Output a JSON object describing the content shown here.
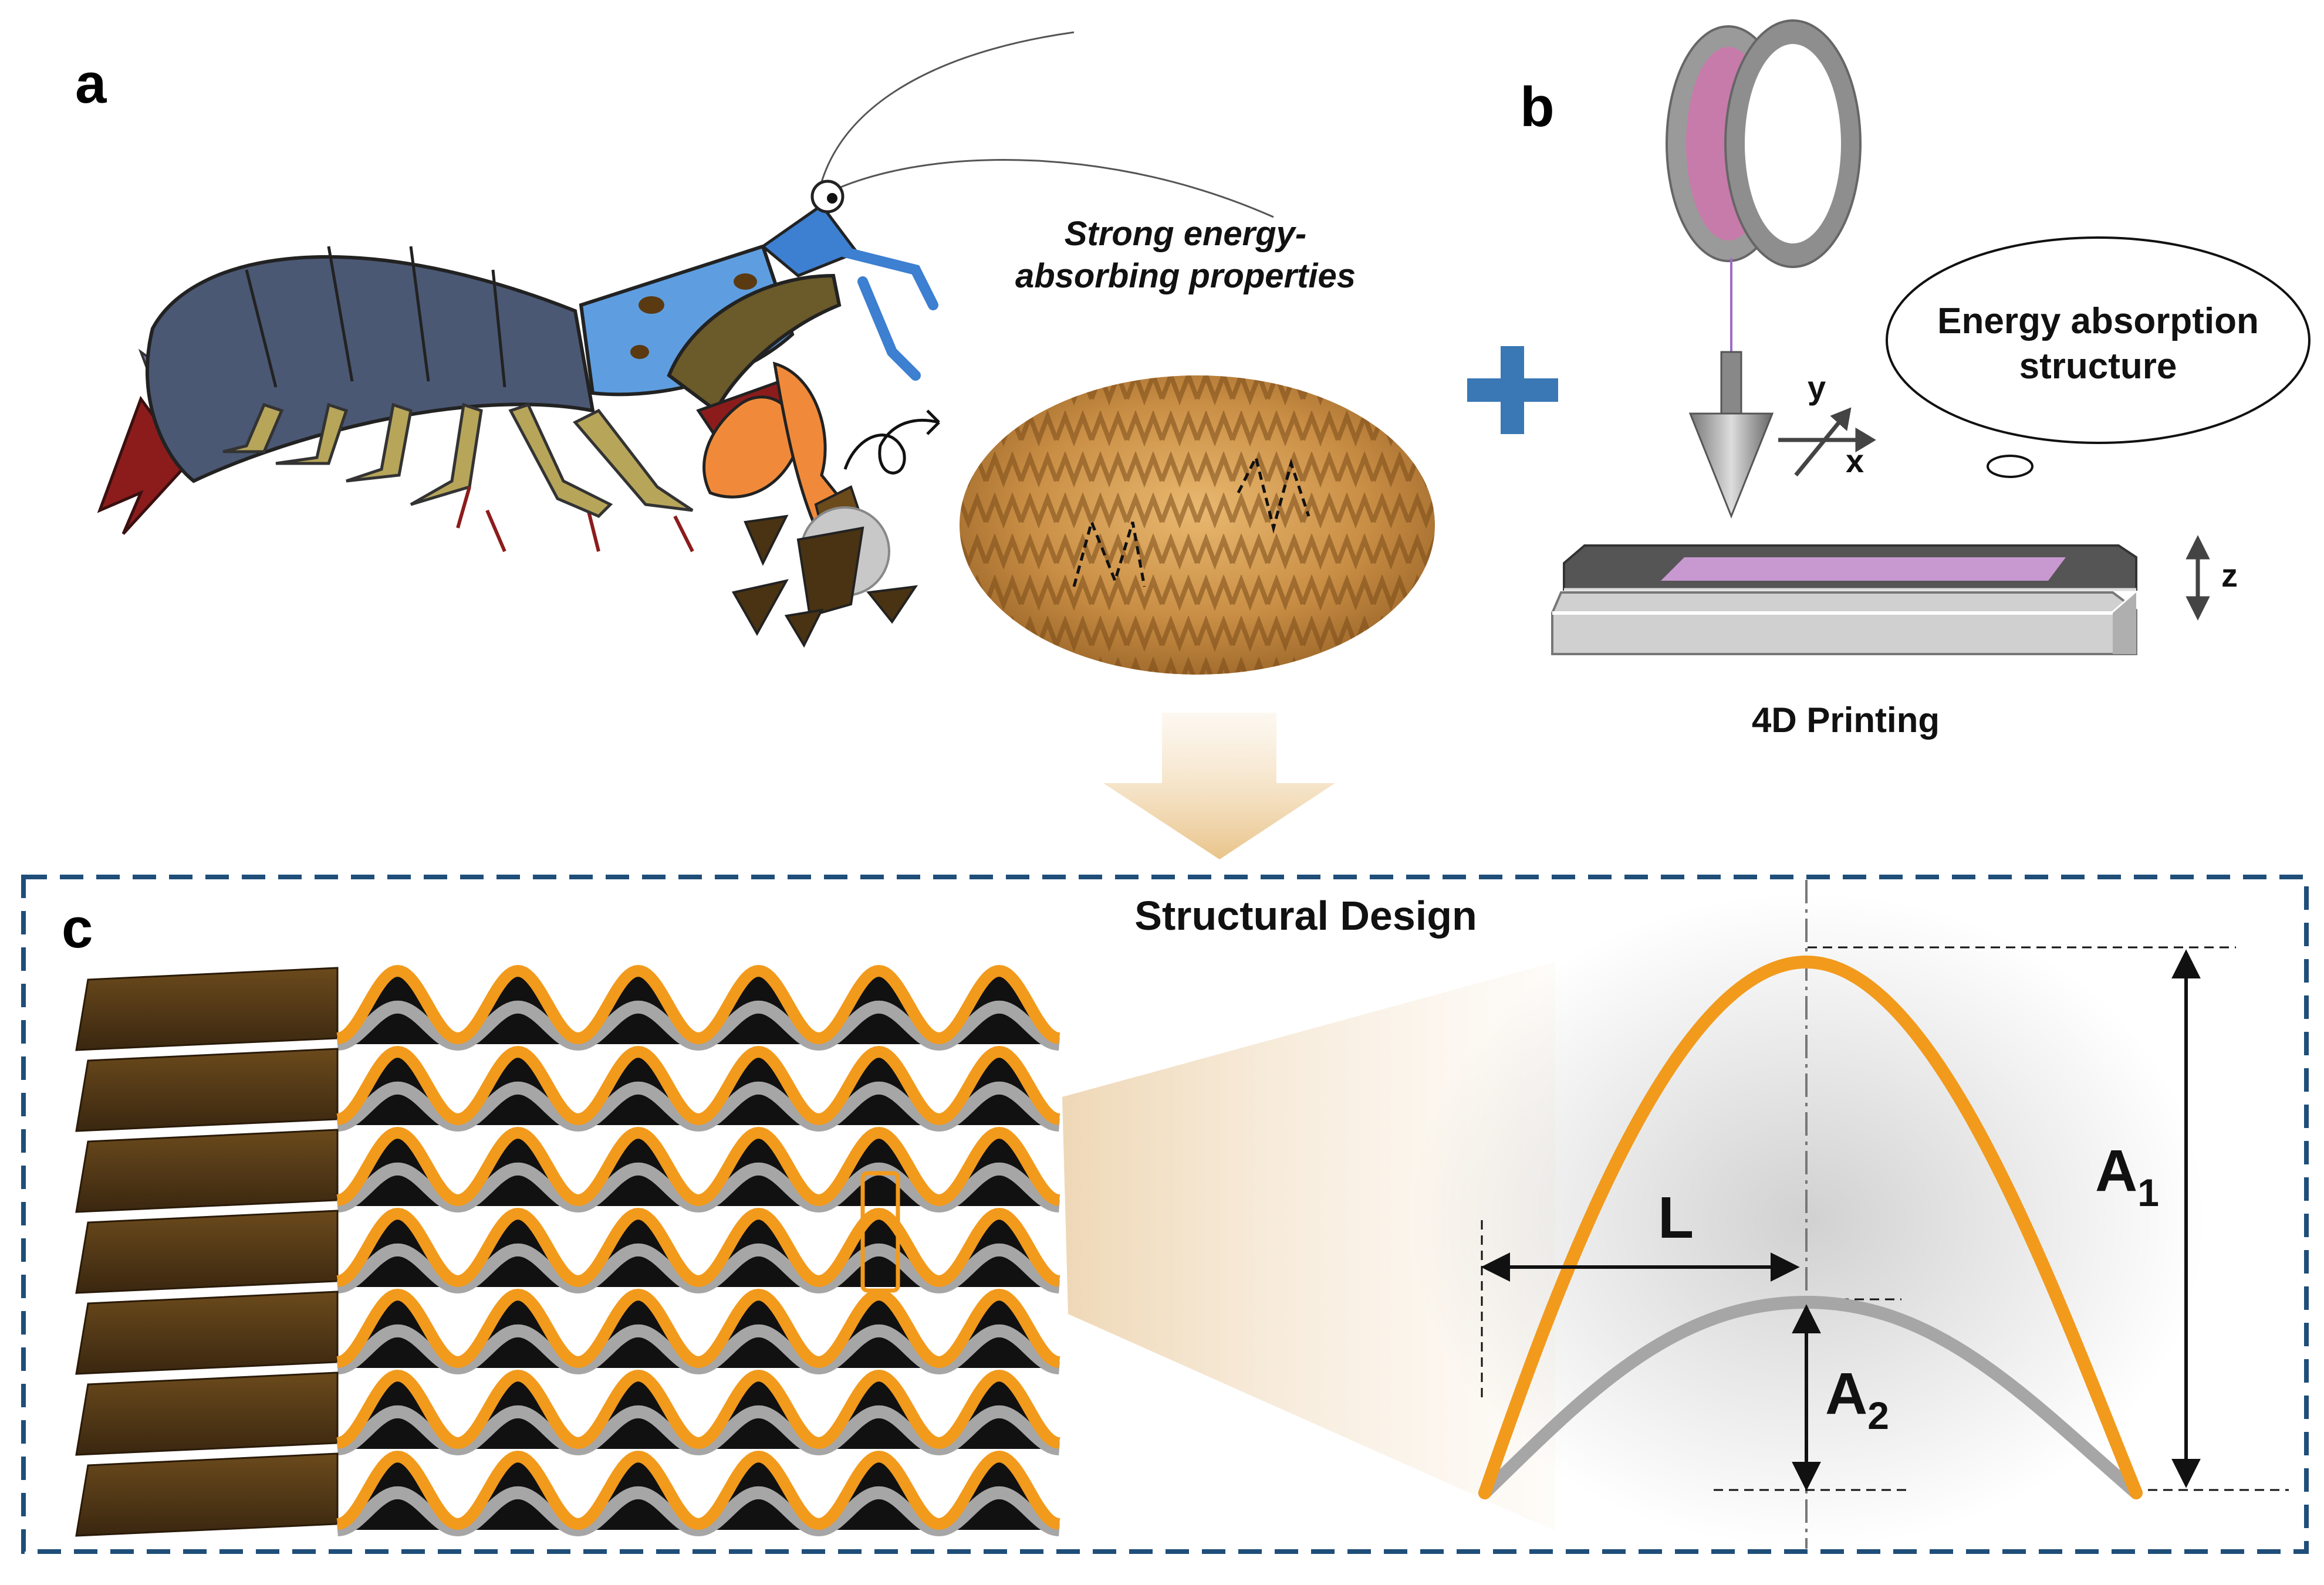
{
  "panels": {
    "a": {
      "letter": "a",
      "callout": [
        "Strong energy-",
        "absorbing properties"
      ]
    },
    "b": {
      "letter": "b",
      "plus_sign": "+",
      "thought_bubble": [
        "Energy absorption",
        "structure"
      ],
      "axes": {
        "y": "y",
        "x": "x",
        "z": "z"
      },
      "caption": "4D Printing"
    },
    "c": {
      "letter": "c",
      "title": "Structural Design",
      "dimensions": {
        "L": "L",
        "A1": {
          "base": "A",
          "sub": "1"
        },
        "A2": {
          "base": "A",
          "sub": "2"
        }
      }
    }
  },
  "colors": {
    "orange": "#F29A1C",
    "gray": "#A6A6A6",
    "brown": "#4A3312",
    "blue_plus": "#3A78B5",
    "frame": "#1F4E79"
  }
}
